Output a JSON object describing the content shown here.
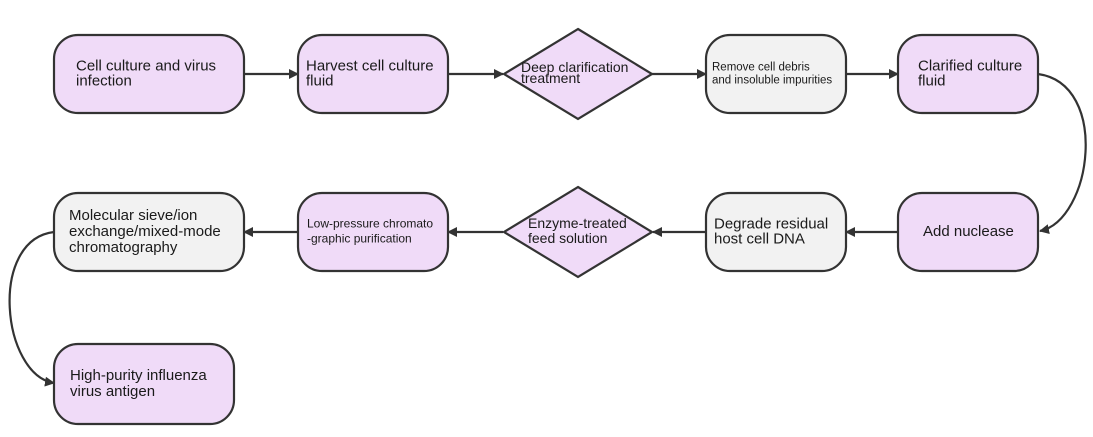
{
  "colors": {
    "purple_fill": "#f0dbf8",
    "gray_fill": "#f2f2f2",
    "stroke": "#333333",
    "text": "#1a1a1a"
  },
  "nodes": [
    {
      "id": "n1",
      "shape": "rounded-rect",
      "fill": "purple",
      "lines": [
        "Cell culture and virus",
        "infection"
      ]
    },
    {
      "id": "n2",
      "shape": "rounded-rect",
      "fill": "purple",
      "lines": [
        "Harvest cell culture",
        "fluid"
      ]
    },
    {
      "id": "n3",
      "shape": "diamond",
      "fill": "purple",
      "lines": [
        "Deep clarification",
        "treatment"
      ]
    },
    {
      "id": "n4",
      "shape": "rounded-rect",
      "fill": "gray",
      "lines": [
        "Remove cell debris",
        "and insoluble impurities"
      ]
    },
    {
      "id": "n5",
      "shape": "rounded-rect",
      "fill": "purple",
      "lines": [
        "Clarified culture",
        "fluid"
      ]
    },
    {
      "id": "n6",
      "shape": "rounded-rect",
      "fill": "purple",
      "lines": [
        "Add nuclease"
      ]
    },
    {
      "id": "n7",
      "shape": "rounded-rect",
      "fill": "gray",
      "lines": [
        "Degrade residual",
        "host cell DNA"
      ]
    },
    {
      "id": "n8",
      "shape": "diamond",
      "fill": "purple",
      "lines": [
        "Enzyme-treated",
        "feed solution"
      ]
    },
    {
      "id": "n9",
      "shape": "rounded-rect",
      "fill": "purple",
      "lines": [
        "Low-pressure chromato",
        "-graphic purification"
      ]
    },
    {
      "id": "n10",
      "shape": "rounded-rect",
      "fill": "gray",
      "lines": [
        "Molecular sieve/ion",
        "exchange/mixed-mode",
        "chromatography"
      ]
    },
    {
      "id": "n11",
      "shape": "rounded-rect",
      "fill": "purple",
      "lines": [
        "High-purity influenza",
        "virus antigen"
      ]
    }
  ],
  "edges": [
    {
      "from": "n1",
      "to": "n2"
    },
    {
      "from": "n2",
      "to": "n3"
    },
    {
      "from": "n3",
      "to": "n4"
    },
    {
      "from": "n4",
      "to": "n5"
    },
    {
      "from": "n5",
      "to": "n6"
    },
    {
      "from": "n6",
      "to": "n7"
    },
    {
      "from": "n7",
      "to": "n8"
    },
    {
      "from": "n8",
      "to": "n9"
    },
    {
      "from": "n9",
      "to": "n10"
    },
    {
      "from": "n10",
      "to": "n11"
    }
  ]
}
